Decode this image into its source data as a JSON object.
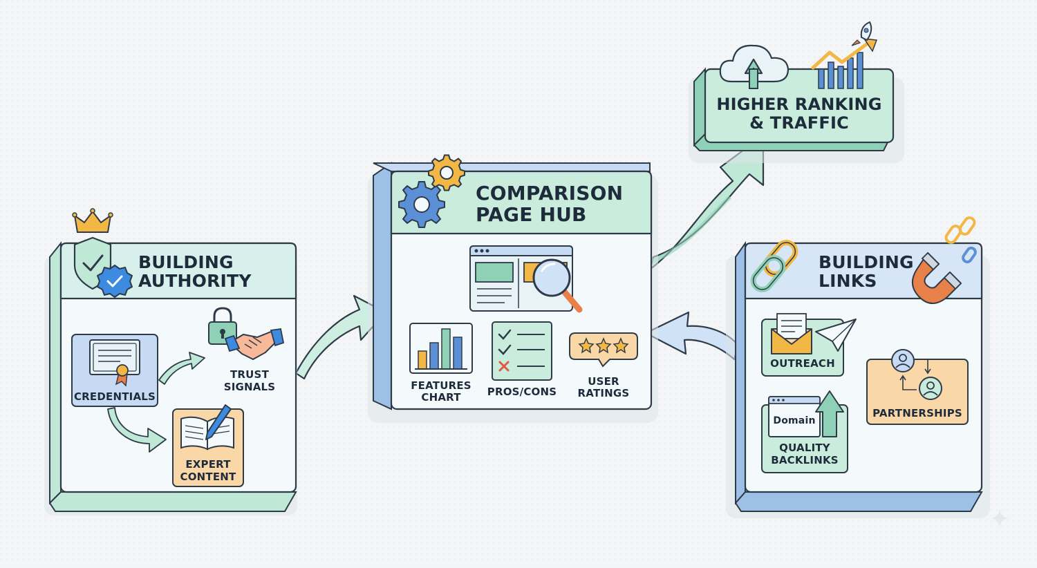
{
  "colors": {
    "background": "#f3f5f7",
    "mint": "#bfe8d6",
    "mint_dark": "#8fd1b6",
    "teal_panel": "#d8f0ec",
    "blue_panel": "#d6e6f7",
    "blue_dark": "#9cc0e6",
    "orange": "#f9d7a6",
    "gold": "#f2b744",
    "outline": "#2e3a48"
  },
  "authority": {
    "title_line1": "BUILDING",
    "title_line2": "AUTHORITY",
    "icons": [
      "crown-icon",
      "shield-check-icon",
      "verified-badge-icon"
    ],
    "items": [
      {
        "label_line1": "CREDENTIALS",
        "label_line2": "",
        "icon": "certificate-icon"
      },
      {
        "label_line1": "TRUST",
        "label_line2": "SIGNALS",
        "icon": "handshake-lock-icon"
      },
      {
        "label_line1": "EXPERT",
        "label_line2": "CONTENT",
        "icon": "open-book-pen-icon"
      }
    ]
  },
  "hub": {
    "title_line1": "COMPARISON",
    "title_line2": "PAGE HUB",
    "icons": [
      "gears-icon",
      "browser-magnifier-icon"
    ],
    "items": [
      {
        "label_line1": "FEATURES",
        "label_line2": "CHART",
        "icon": "bar-chart-icon"
      },
      {
        "label_line1": "PROS/CONS",
        "label_line2": "",
        "icon": "checklist-icon"
      },
      {
        "label_line1": "USER",
        "label_line2": "RATINGS",
        "icon": "stars-icon"
      }
    ]
  },
  "goal": {
    "title_line1": "HIGHER RANKING",
    "title_line2": "& TRAFFIC",
    "icons": [
      "cloud-upload-icon",
      "rocket-growth-icon"
    ]
  },
  "links": {
    "title_line1": "BUILDING",
    "title_line2": "LINKS",
    "icons": [
      "chain-link-icon",
      "magnet-icon"
    ],
    "items": [
      {
        "label_line1": "OUTREACH",
        "label_line2": "",
        "icon": "envelope-plane-icon"
      },
      {
        "label_line1": "QUALITY",
        "label_line2": "BACKLINKS",
        "icon": "domain-arrow-icon",
        "badge": "Domain"
      },
      {
        "label_line1": "PARTNERSHIPS",
        "label_line2": "",
        "icon": "users-exchange-icon"
      }
    ]
  }
}
